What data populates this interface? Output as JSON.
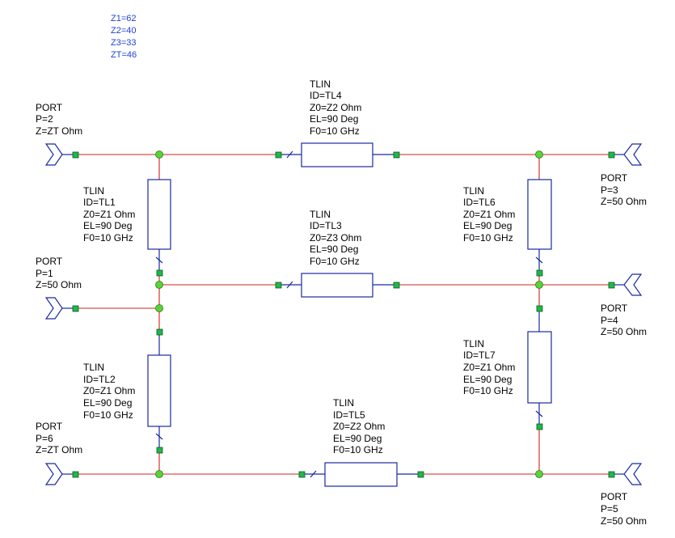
{
  "variables": [
    "Z1=62",
    "Z2=40",
    "Z3=33",
    "ZT=46"
  ],
  "ports": [
    {
      "id": "port-2",
      "lines": [
        "PORT",
        "P=2",
        "Z=ZT Ohm"
      ]
    },
    {
      "id": "port-1",
      "lines": [
        "PORT",
        "P=1",
        "Z=50 Ohm"
      ]
    },
    {
      "id": "port-6",
      "lines": [
        "PORT",
        "P=6",
        "Z=ZT Ohm"
      ]
    },
    {
      "id": "port-3",
      "lines": [
        "PORT",
        "P=3",
        "Z=50 Ohm"
      ]
    },
    {
      "id": "port-4",
      "lines": [
        "PORT",
        "P=4",
        "Z=50 Ohm"
      ]
    },
    {
      "id": "port-5",
      "lines": [
        "PORT",
        "P=5",
        "Z=50 Ohm"
      ]
    }
  ],
  "tlines": [
    {
      "id": "tl4",
      "lines": [
        "TLIN",
        "ID=TL4",
        "Z0=Z2 Ohm",
        "EL=90 Deg",
        "F0=10 GHz"
      ]
    },
    {
      "id": "tl3",
      "lines": [
        "TLIN",
        "ID=TL3",
        "Z0=Z3 Ohm",
        "EL=90 Deg",
        "F0=10 GHz"
      ]
    },
    {
      "id": "tl5",
      "lines": [
        "TLIN",
        "ID=TL5",
        "Z0=Z2 Ohm",
        "EL=90 Deg",
        "F0=10 GHz"
      ]
    },
    {
      "id": "tl1",
      "lines": [
        "TLIN",
        "ID=TL1",
        "Z0=Z1 Ohm",
        "EL=90 Deg",
        "F0=10 GHz"
      ]
    },
    {
      "id": "tl2",
      "lines": [
        "TLIN",
        "ID=TL2",
        "Z0=Z1 Ohm",
        "EL=90 Deg",
        "F0=10 GHz"
      ]
    },
    {
      "id": "tl6",
      "lines": [
        "TLIN",
        "ID=TL6",
        "Z0=Z1 Ohm",
        "EL=90 Deg",
        "F0=10 GHz"
      ]
    },
    {
      "id": "tl7",
      "lines": [
        "TLIN",
        "ID=TL7",
        "Z0=Z1 Ohm",
        "EL=90 Deg",
        "F0=10 GHz"
      ]
    }
  ],
  "colors": {
    "wire": "#d42020",
    "component": "#1a2aa0",
    "pin": "#1fb84a",
    "node": "#58d33a",
    "variable_text": "#1f3fd6"
  }
}
